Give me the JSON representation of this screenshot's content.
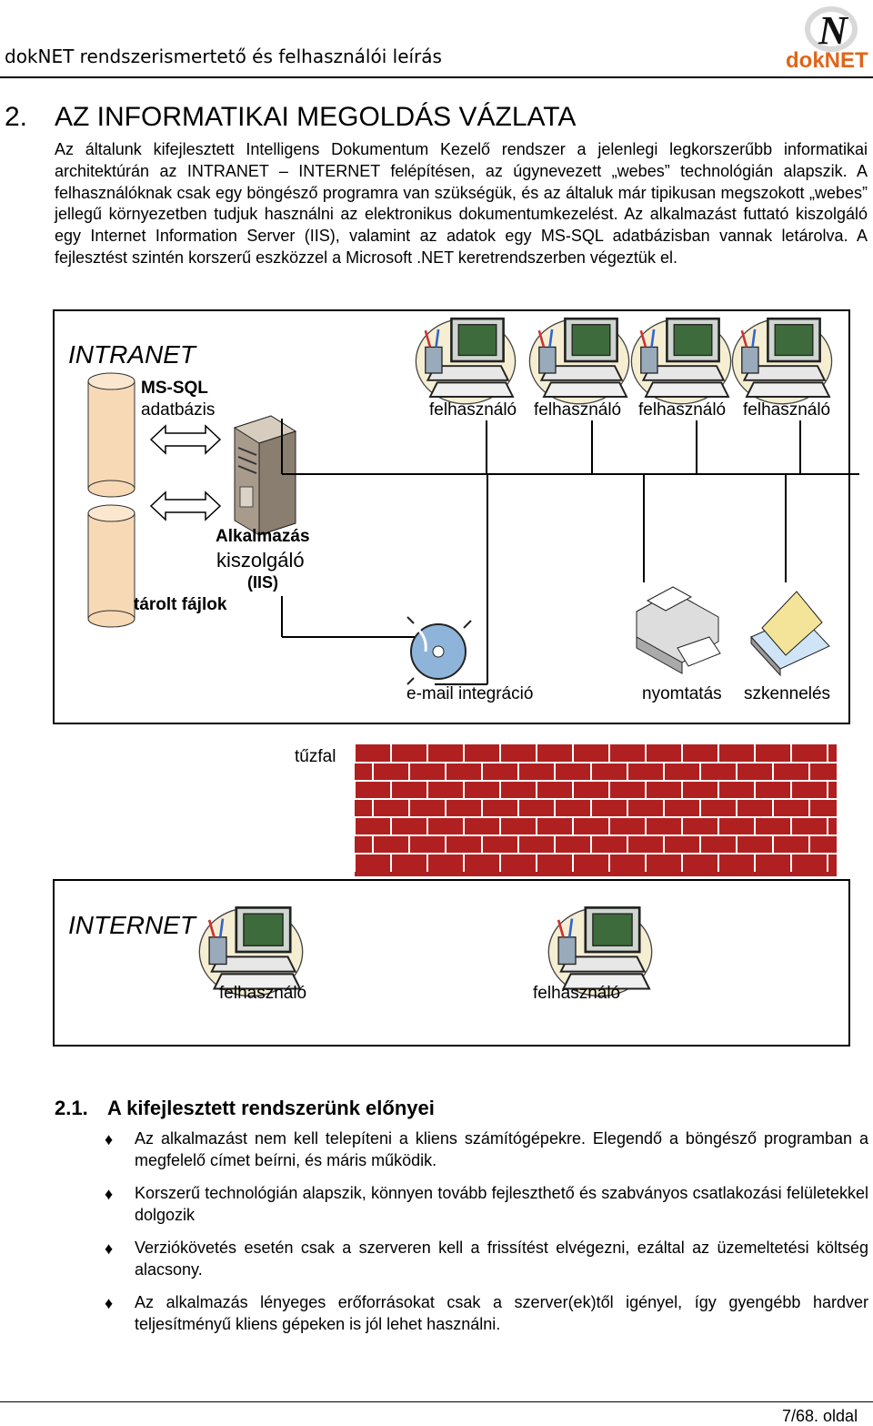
{
  "header": {
    "title": "dokNET rendszerismertető és felhasználói leírás",
    "logo_text": "dokNET",
    "logo_letter": "N"
  },
  "section": {
    "number": "2.",
    "title": "AZ INFORMATIKAI MEGOLDÁS VÁZLATA",
    "paragraph": "Az általunk kifejlesztett Intelligens Dokumentum Kezelő rendszer a jelenlegi legkorszerűbb informatikai architektúrán az INTRANET – INTERNET felépítésen, az úgynevezett „webes” technológián alapszik. A felhasználóknak csak egy böngésző programra van szükségük, és az általuk már tipikusan megszokott „webes” jellegű környezetben tudjuk használni az elektronikus dokumentumkezelést. Az alkalmazást futtató kiszolgáló egy Internet Information Server (IIS), valamint az adatok egy MS-SQL adatbázisban vannak letárolva. A fejlesztést szintén korszerű eszközzel a Microsoft .NET keretrendszerben végeztük el."
  },
  "diagram": {
    "intranet_label": "INTRANET",
    "db_label_1": "MS-SQL",
    "db_label_2": "adatbázis",
    "files_label": "tárolt fájlok",
    "server_label_1": "Alkalmazás",
    "server_label_2": "kiszolgáló",
    "server_label_3": "(IIS)",
    "intranet_users": [
      "felhasználó",
      "felhasználó",
      "felhasználó",
      "felhasználó"
    ],
    "email_label": "e-mail integráció",
    "print_label": "nyomtatás",
    "scan_label": "szkennelés",
    "firewall_label": "tűzfal",
    "internet_label": "INTERNET",
    "internet_users": [
      "felhasználó",
      "felhasználó"
    ]
  },
  "subsection": {
    "number": "2.1.",
    "title": "A kifejlesztett rendszerünk előnyei",
    "bullets": [
      "Az alkalmazást nem kell telepíteni a kliens számítógépekre. Elegendő a böngésző programban a megfelelő címet beírni, és máris működik.",
      "Korszerű technológián alapszik, könnyen tovább fejleszthető és szabványos csatlakozási felületekkel dolgozik",
      "Verziókövetés esetén csak a szerveren kell a frissítést elvégezni, ezáltal az üzemeltetési költség alacsony.",
      "Az alkalmazás lényeges erőforrásokat csak a szerver(ek)től igényel, így gyengébb hardver teljesítményű kliens gépeken is jól lehet használni."
    ]
  },
  "footer": {
    "page": "7/68. oldal"
  }
}
